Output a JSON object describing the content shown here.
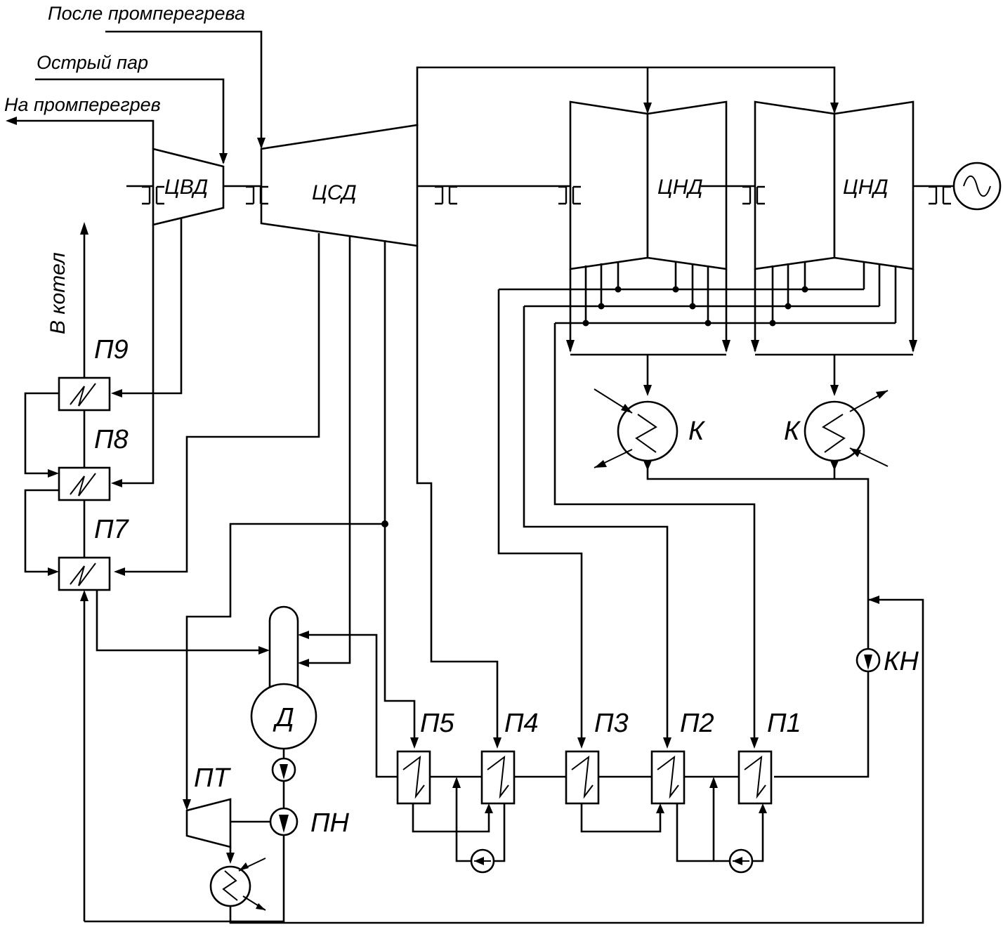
{
  "labels": {
    "after_reheat": "После промперегрева",
    "live_steam": "Острый пар",
    "to_reheat": "На промперегрев",
    "to_boiler": "В котел",
    "hpc": "ЦВД",
    "ipc": "ЦСД",
    "lpc_1": "ЦНД",
    "lpc_2": "ЦНД",
    "condenser_1": "К",
    "condenser_2": "К",
    "condensate_pump": "КН",
    "deaerator": "Д",
    "feed_pump": "ПН",
    "pump_turbine": "ПТ",
    "hp_heaters": [
      "П9",
      "П8",
      "П7"
    ],
    "lp_heaters": [
      "П5",
      "П4",
      "П3",
      "П2",
      "П1"
    ]
  },
  "icons": {
    "generator": "generator-sine-icon",
    "coupling": "shaft-coupling-icon",
    "pump": "pump-circle-icon",
    "heat_exchanger": "heater-zigzag-icon"
  }
}
